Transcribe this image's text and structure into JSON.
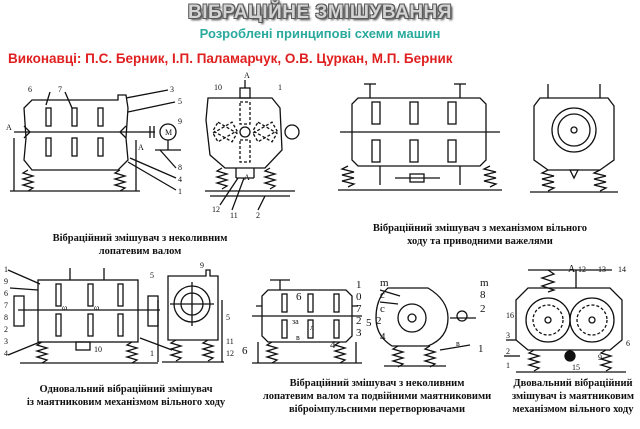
{
  "header": {
    "title": "ВІБРАЦІЙНЕ ЗМІШУВАННЯ",
    "subtitle": "Розроблені принципові схеми машин",
    "authors": "Виконавці: П.С. Берник, І.П. Паламарчук, О.В. Цуркан, М.П. Берник"
  },
  "captions": {
    "fig1": [
      "Вібраційний змішувач з неколивним",
      "лопатевим валом"
    ],
    "fig2": [
      "Вібраційний змішувач з механізмом вільного",
      "ходу та приводними важелями"
    ],
    "fig3": [
      "Одновальний вібраційний змішувач",
      "із маятниковим механізмом вільного ходу"
    ],
    "fig4": [
      "Вібраційний змішувач з неколивним",
      "лопатевим валом та подвійними маятниковими",
      "віброімпульсними перетворювачами"
    ],
    "fig5": [
      "Двовальний вібраційний",
      "змішувач із маятниковим",
      "механізмом вільного ходу"
    ]
  },
  "labels": {
    "fig1": [
      "6",
      "7",
      "3",
      "5",
      "9",
      "М",
      "A",
      "A",
      "8",
      "4",
      "1"
    ],
    "fig1b": [
      "10",
      "A",
      "1",
      "A",
      "12",
      "11",
      "2"
    ],
    "fig3": [
      "1",
      "9",
      "6",
      "7",
      "8",
      "2",
      "3",
      "4",
      "5",
      "ω",
      "ω",
      "10",
      "9",
      "11",
      "12",
      "5",
      "1"
    ],
    "fig4": [
      "1",
      "0",
      "7",
      "2",
      "6",
      "3",
      "5",
      "4",
      "6",
      "за",
      "л",
      "в"
    ],
    "fig4b": [
      "m",
      "m",
      "c",
      "8",
      "c",
      "2",
      "2",
      "4",
      "1",
      "в"
    ],
    "fig5": [
      "A",
      "12",
      "13",
      "14",
      "16",
      "3",
      "2",
      "1",
      "15",
      "9",
      "6"
    ]
  },
  "colors": {
    "title": "#d3d3d3",
    "subtitle": "#2aa99d",
    "authors": "#e02020",
    "line": "#111111"
  }
}
